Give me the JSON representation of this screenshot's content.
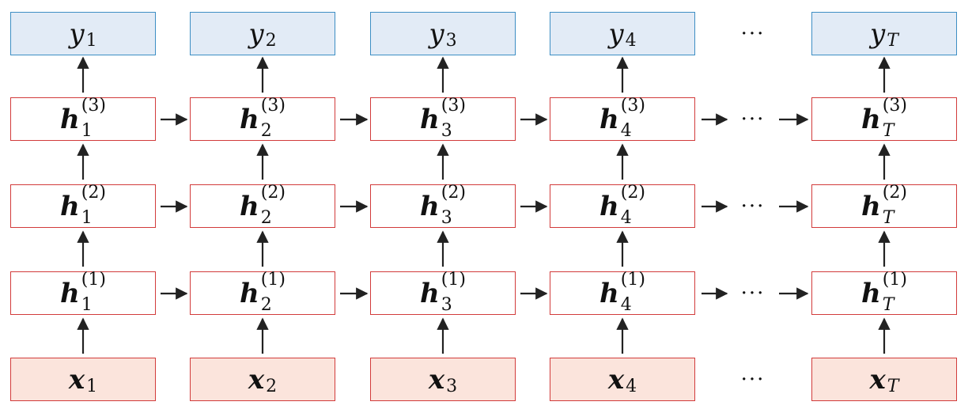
{
  "ellipsis": "···",
  "columns": [
    {
      "y_base": "y",
      "y_sub": "1",
      "h_base": "h",
      "h_sub": "1",
      "x_base": "x",
      "x_sub": "1",
      "sub_italic": false
    },
    {
      "y_base": "y",
      "y_sub": "2",
      "h_base": "h",
      "h_sub": "2",
      "x_base": "x",
      "x_sub": "2",
      "sub_italic": false
    },
    {
      "y_base": "y",
      "y_sub": "3",
      "h_base": "h",
      "h_sub": "3",
      "x_base": "x",
      "x_sub": "3",
      "sub_italic": false
    },
    {
      "y_base": "y",
      "y_sub": "4",
      "h_base": "h",
      "h_sub": "4",
      "x_base": "x",
      "x_sub": "4",
      "sub_italic": false
    },
    {
      "y_base": "y",
      "y_sub": "T",
      "h_base": "h",
      "h_sub": "T",
      "x_base": "x",
      "x_sub": "T",
      "sub_italic": true
    }
  ],
  "layers": [
    {
      "sup": "(3)"
    },
    {
      "sup": "(2)"
    },
    {
      "sup": "(1)"
    }
  ],
  "colors": {
    "output_fill": "#e2ebf6",
    "output_border": "#3d8ec4",
    "hidden_border": "#d23b3b",
    "input_fill": "#fbe4dc",
    "arrow": "#222222"
  }
}
